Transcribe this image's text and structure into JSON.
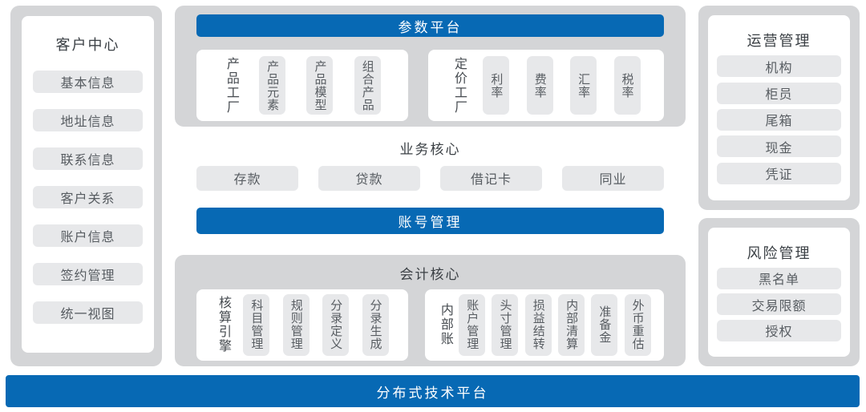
{
  "colors": {
    "accent_blue": "#0769b4",
    "container_gray": "#d4d5d7",
    "chip_gray": "#e7e8ea"
  },
  "left_panel": {
    "title": "客户中心",
    "items": [
      "基本信息",
      "地址信息",
      "联系信息",
      "客户关系",
      "账户信息",
      "签约管理",
      "统一视图"
    ]
  },
  "param_platform": {
    "header": "参数平台",
    "groups": [
      {
        "label": "产品工厂",
        "items": [
          "产品元素",
          "产品模型",
          "组合产品"
        ]
      },
      {
        "label": "定价工厂",
        "items": [
          "利率",
          "费率",
          "汇率",
          "税率"
        ]
      }
    ]
  },
  "business_core": {
    "title": "业务核心",
    "items": [
      "存款",
      "贷款",
      "借记卡",
      "同业"
    ],
    "account_bar": "账号管理"
  },
  "accounting_core": {
    "title": "会计核心",
    "groups": [
      {
        "label": "核算引擎",
        "items": [
          "科目管理",
          "规则管理",
          "分录定义",
          "分录生成"
        ]
      },
      {
        "label": "内部账",
        "items": [
          "账户管理",
          "头寸管理",
          "损益结转",
          "内部清算",
          "准备金",
          "外币重估"
        ]
      }
    ]
  },
  "operations_panel": {
    "title": "运营管理",
    "items": [
      "机构",
      "柜员",
      "尾箱",
      "现金",
      "凭证"
    ]
  },
  "risk_panel": {
    "title": "风险管理",
    "items": [
      "黑名单",
      "交易限额",
      "授权"
    ]
  },
  "bottom_bar": {
    "label": "分布式技术平台"
  }
}
